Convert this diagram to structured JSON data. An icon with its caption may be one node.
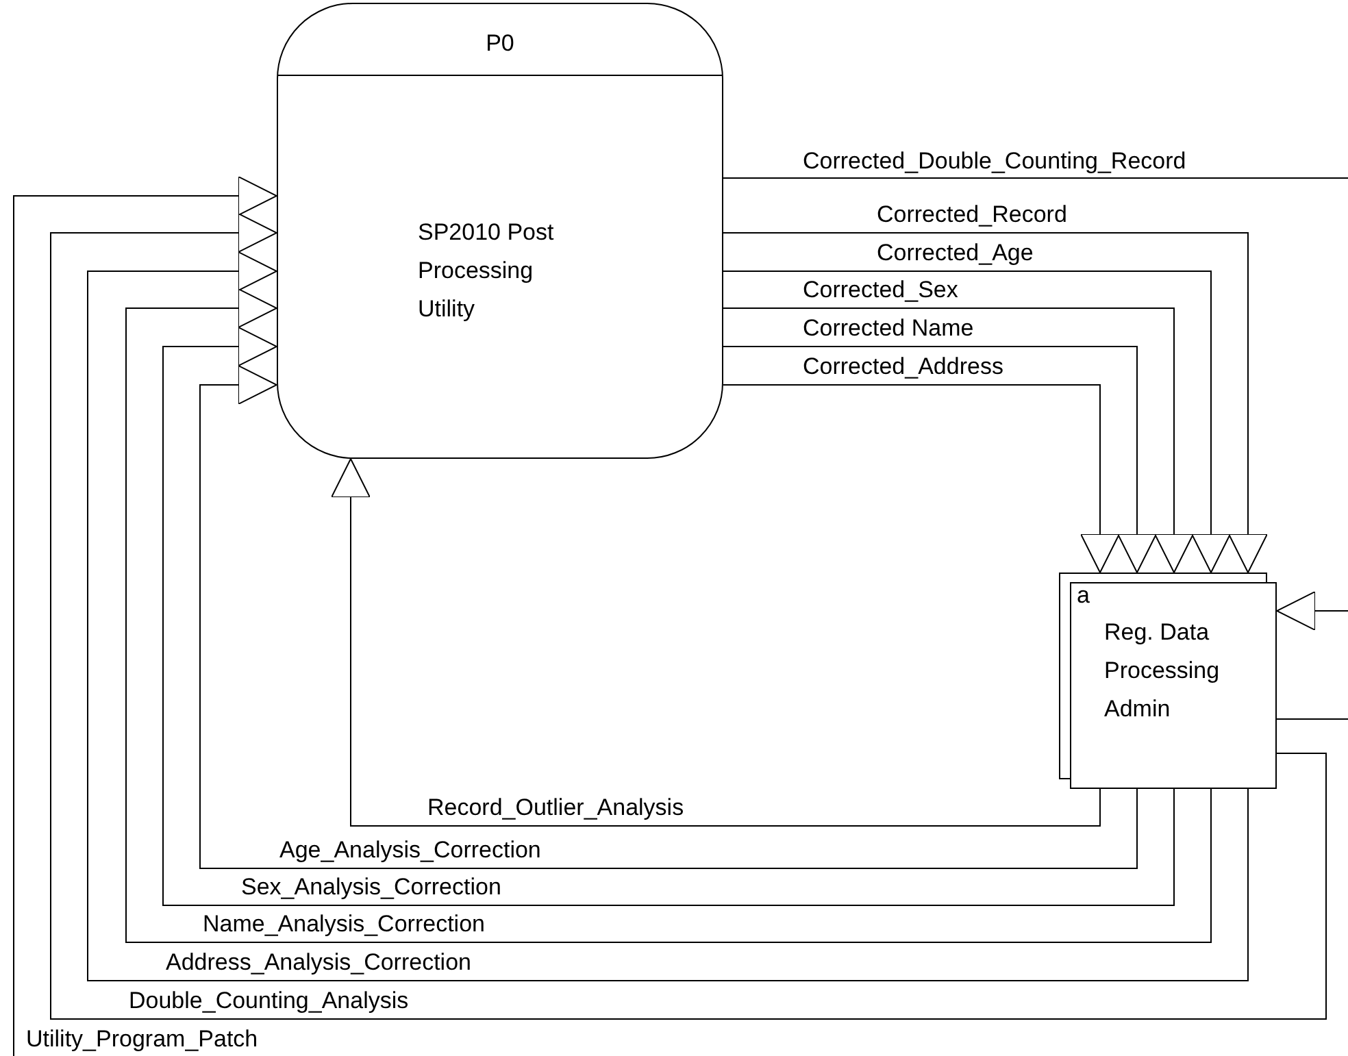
{
  "diagram": {
    "nodes": [
      {
        "text": [
          "P0",
          "SP2010 Post Processing Utility"
        ]
      },
      {
        "text": [
          "a",
          "Reg. Data Processing Admin"
        ]
      }
    ],
    "edges": [
      {
        "from": 0,
        "to": null,
        "arrow": "none",
        "label": "Corrected_Double_Counting_Record"
      },
      {
        "from": 0,
        "to": 1,
        "arrow": "to",
        "label": "Corrected_Record"
      },
      {
        "from": 0,
        "to": 1,
        "arrow": "to",
        "label": "Corrected_Age"
      },
      {
        "from": 0,
        "to": 1,
        "arrow": "to",
        "label": "Corrected_Sex"
      },
      {
        "from": 0,
        "to": 1,
        "arrow": "to",
        "label": "Corrected Name"
      },
      {
        "from": 0,
        "to": 1,
        "arrow": "to",
        "label": "Corrected_Address"
      },
      {
        "from": null,
        "to": 1,
        "arrow": "to"
      },
      {
        "from": 1,
        "to": null,
        "arrow": "none"
      },
      {
        "from": 1,
        "to": 0,
        "arrow": "to",
        "label": "Record_Outlier_Analysis"
      },
      {
        "from": 1,
        "to": 0,
        "arrow": "to",
        "label": "Age_Analysis_Correction"
      },
      {
        "from": 1,
        "to": 0,
        "arrow": "to",
        "label": "Sex_Analysis_Correction"
      },
      {
        "from": 1,
        "to": 0,
        "arrow": "to",
        "label": "Name_Analysis_Correction"
      },
      {
        "from": 1,
        "to": 0,
        "arrow": "to",
        "label": "Address_Analysis_Correction"
      },
      {
        "from": 1,
        "to": 0,
        "arrow": "to",
        "label": "Double_Counting_Analysis"
      },
      {
        "from": null,
        "to": 0,
        "arrow": "to",
        "label": "Utility_Program_Patch"
      }
    ]
  }
}
